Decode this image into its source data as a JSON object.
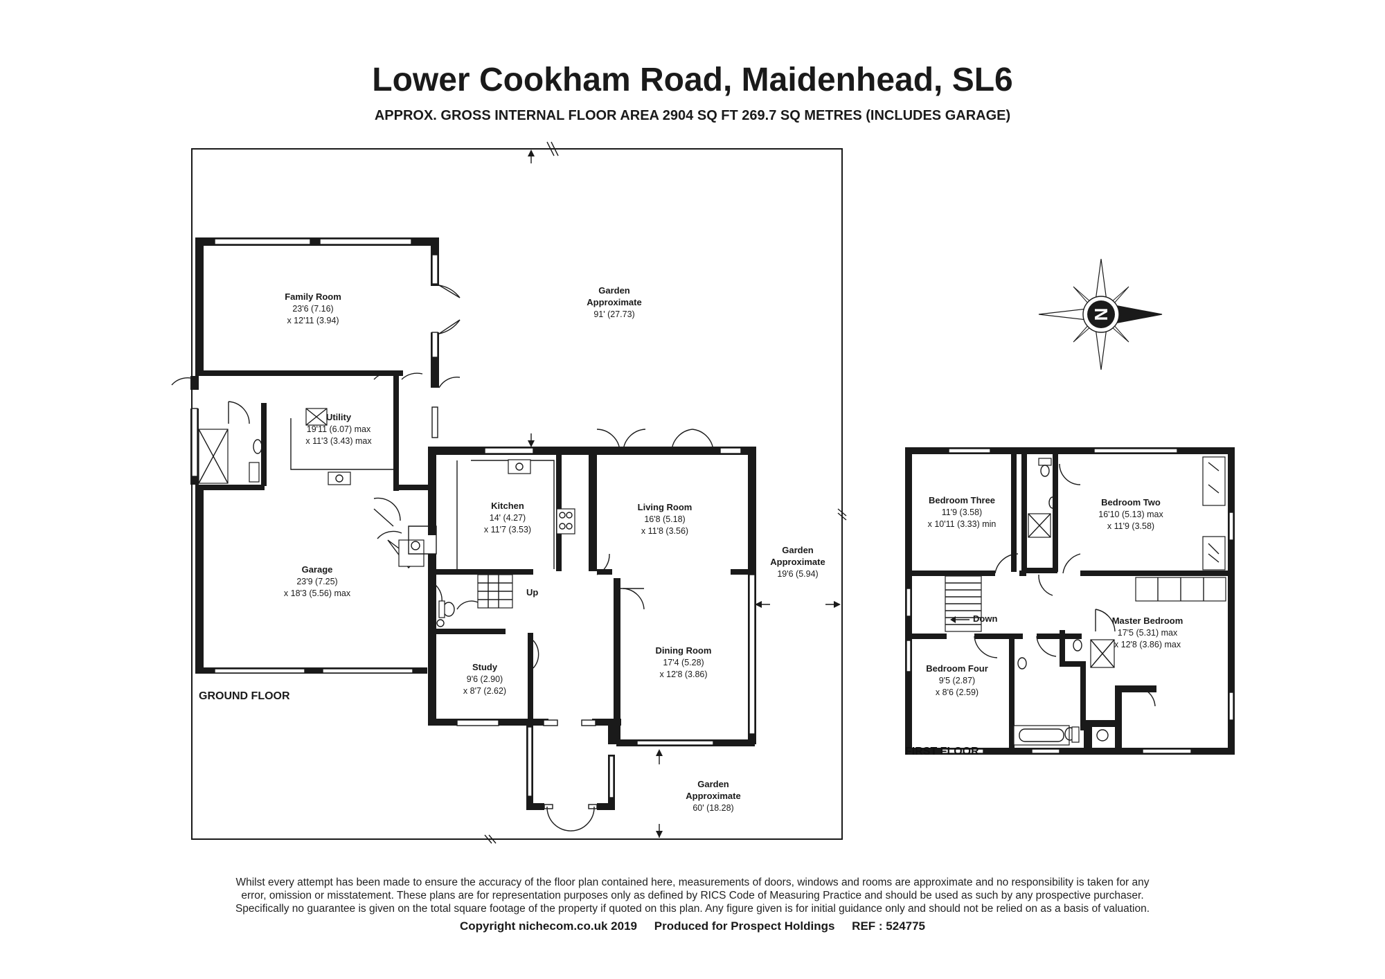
{
  "header": {
    "title": "Lower Cookham Road, Maidenhead, SL6",
    "subtitle": "APPROX. GROSS INTERNAL FLOOR AREA 2904 SQ FT 269.7 SQ METRES (INCLUDES GARAGE)"
  },
  "floors": {
    "ground": "GROUND FLOOR",
    "first": "FIRST FLOOR"
  },
  "rooms": {
    "family_room": {
      "name": "Family Room",
      "dim1": "23'6 (7.16)",
      "dim2": "x 12'11 (3.94)"
    },
    "utility": {
      "name": "Utility",
      "dim1": "19'11 (6.07) max",
      "dim2": "x 11'3 (3.43) max"
    },
    "garage": {
      "name": "Garage",
      "dim1": "23'9 (7.25)",
      "dim2": "x 18'3 (5.56) max"
    },
    "kitchen": {
      "name": "Kitchen",
      "dim1": "14' (4.27)",
      "dim2": "x 11'7 (3.53)"
    },
    "living_room": {
      "name": "Living Room",
      "dim1": "16'8 (5.18)",
      "dim2": "x 11'8 (3.56)"
    },
    "dining_room": {
      "name": "Dining Room",
      "dim1": "17'4 (5.28)",
      "dim2": "x 12'8 (3.86)"
    },
    "study": {
      "name": "Study",
      "dim1": "9'6 (2.90)",
      "dim2": "x 8'7 (2.62)"
    },
    "bedroom_three": {
      "name": "Bedroom Three",
      "dim1": "11'9 (3.58)",
      "dim2": "x 10'11 (3.33) min"
    },
    "bedroom_two": {
      "name": "Bedroom Two",
      "dim1": "16'10 (5.13) max",
      "dim2": "x 11'9 (3.58)"
    },
    "master_bedroom": {
      "name": "Master Bedroom",
      "dim1": "17'5 (5.31) max",
      "dim2": "x 12'8 (3.86) max"
    },
    "bedroom_four": {
      "name": "Bedroom Four",
      "dim1": "9'5 (2.87)",
      "dim2": "x 8'6 (2.59)"
    }
  },
  "gardens": {
    "rear": {
      "line1": "Garden",
      "line2": "Approximate",
      "line3": "91' (27.73)"
    },
    "side": {
      "line1": "Garden",
      "line2": "Approximate",
      "line3": "19'6 (5.94)"
    },
    "front": {
      "line1": "Garden",
      "line2": "Approximate",
      "line3": "60' (18.28)"
    }
  },
  "stairs": {
    "up": "Up",
    "down": "Down"
  },
  "compass": {
    "letter": "N",
    "icon": "compass-rose-icon"
  },
  "disclaimer": {
    "line1": "Whilst every attempt has been made to ensure the accuracy of the floor plan contained here, measurements of doors, windows and rooms are approximate and no responsibility is taken for any",
    "line2": "error, omission or misstatement. These plans are for representation purposes only as defined by RICS Code of Measuring Practice and should be used as such by any prospective purchaser.",
    "line3": "Specifically no guarantee is given on the total square footage of the property if quoted on this plan. Any figure given is for initial guidance only and should not be relied on as a basis of valuation."
  },
  "footer": {
    "copyright": "Copyright nichecom.co.uk 2019",
    "produced": "Produced for Prospect Holdings",
    "ref": "REF : 524775"
  },
  "colors": {
    "wall": "#1a1a1a",
    "background": "#ffffff"
  }
}
